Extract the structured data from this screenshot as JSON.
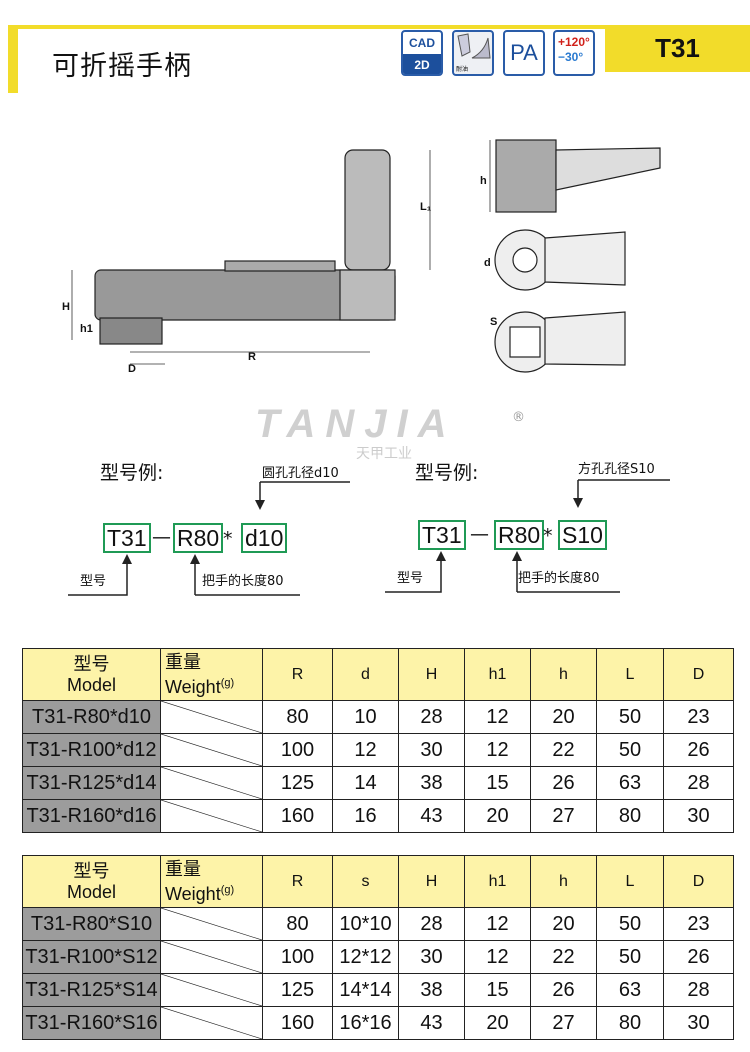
{
  "header": {
    "title": "可折摇手柄",
    "code": "T31",
    "icons": {
      "cad_top": "CAD",
      "cad_bottom": "2D",
      "oil": "耐油",
      "pa": "PA",
      "temp_high": "+120°",
      "temp_low": "−30°"
    }
  },
  "drawing": {
    "labels": {
      "H": "H",
      "h1": "h1",
      "D": "D",
      "R": "R",
      "L1": "L₁",
      "h": "h",
      "d": "d",
      "S": "S"
    }
  },
  "watermark": {
    "brand": "TANJIA",
    "cn": "天甲工业",
    "reg": "®"
  },
  "examples": [
    {
      "title": "型号例:",
      "parts": [
        "T31",
        "R80",
        "d10"
      ],
      "dash": "—",
      "star": "*",
      "top_note": "圆孔孔径d10",
      "note_model": "型号",
      "note_length": "把手的长度80"
    },
    {
      "title": "型号例:",
      "parts": [
        "T31",
        "R80",
        "S10"
      ],
      "dash": "—",
      "star": "*",
      "top_note": "方孔孔径S10",
      "note_model": "型号",
      "note_length": "把手的长度80"
    }
  ],
  "tables": [
    {
      "headers": {
        "model_cn": "型号",
        "model_en": "Model",
        "weight_cn": "重量",
        "weight_en": "Weight",
        "weight_unit": "(g)",
        "cols": [
          "R",
          "d",
          "H",
          "h1",
          "h",
          "L",
          "D"
        ]
      },
      "rows": [
        {
          "model": "T31-R80*d10",
          "vals": [
            "80",
            "10",
            "28",
            "12",
            "20",
            "50",
            "23"
          ]
        },
        {
          "model": "T31-R100*d12",
          "vals": [
            "100",
            "12",
            "30",
            "12",
            "22",
            "50",
            "26"
          ]
        },
        {
          "model": "T31-R125*d14",
          "vals": [
            "125",
            "14",
            "38",
            "15",
            "26",
            "63",
            "28"
          ]
        },
        {
          "model": "T31-R160*d16",
          "vals": [
            "160",
            "16",
            "43",
            "20",
            "27",
            "80",
            "30"
          ]
        }
      ]
    },
    {
      "headers": {
        "model_cn": "型号",
        "model_en": "Model",
        "weight_cn": "重量",
        "weight_en": "Weight",
        "weight_unit": "(g)",
        "cols": [
          "R",
          "s",
          "H",
          "h1",
          "h",
          "L",
          "D"
        ]
      },
      "rows": [
        {
          "model": "T31-R80*S10",
          "vals": [
            "80",
            "10*10",
            "28",
            "12",
            "20",
            "50",
            "23"
          ]
        },
        {
          "model": "T31-R100*S12",
          "vals": [
            "100",
            "12*12",
            "30",
            "12",
            "22",
            "50",
            "26"
          ]
        },
        {
          "model": "T31-R125*S14",
          "vals": [
            "125",
            "14*14",
            "38",
            "15",
            "26",
            "63",
            "28"
          ]
        },
        {
          "model": "T31-R160*S16",
          "vals": [
            "160",
            "16*16",
            "43",
            "20",
            "27",
            "80",
            "30"
          ]
        }
      ]
    }
  ]
}
